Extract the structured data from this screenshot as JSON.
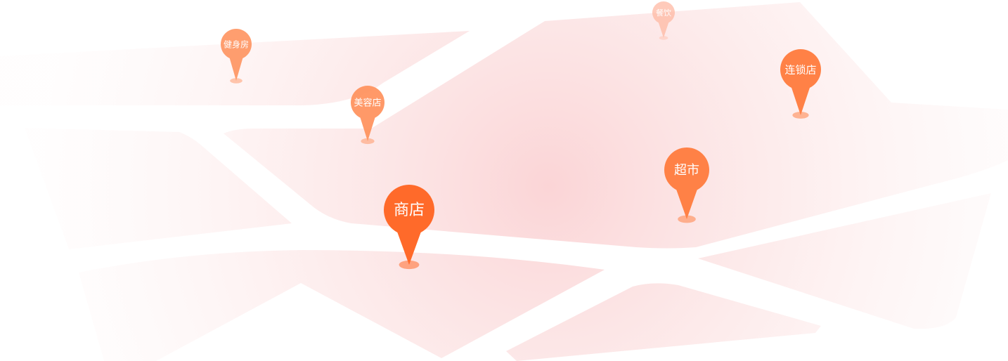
{
  "map": {
    "background_color": "#ffffff",
    "block_tint_color": "#f6b8b8",
    "hotspot_color": "#f59a9e",
    "pins": [
      {
        "id": "shop",
        "label": "商店",
        "color": "#ff6a2a",
        "opacity": 1.0,
        "rank": "primary"
      },
      {
        "id": "super",
        "label": "超市",
        "color": "#ff8146",
        "opacity": 1.0,
        "rank": "secondary"
      },
      {
        "id": "chain",
        "label": "连锁店",
        "color": "#ff8146",
        "opacity": 1.0,
        "rank": "secondary"
      },
      {
        "id": "beauty",
        "label": "美容店",
        "color": "#ff9460",
        "opacity": 0.95,
        "rank": "tertiary"
      },
      {
        "id": "gym",
        "label": "健身房",
        "color": "#ff9460",
        "opacity": 0.9,
        "rank": "tertiary"
      },
      {
        "id": "dining",
        "label": "餐饮",
        "color": "#ffb9a3",
        "opacity": 0.75,
        "rank": "faint"
      }
    ]
  }
}
